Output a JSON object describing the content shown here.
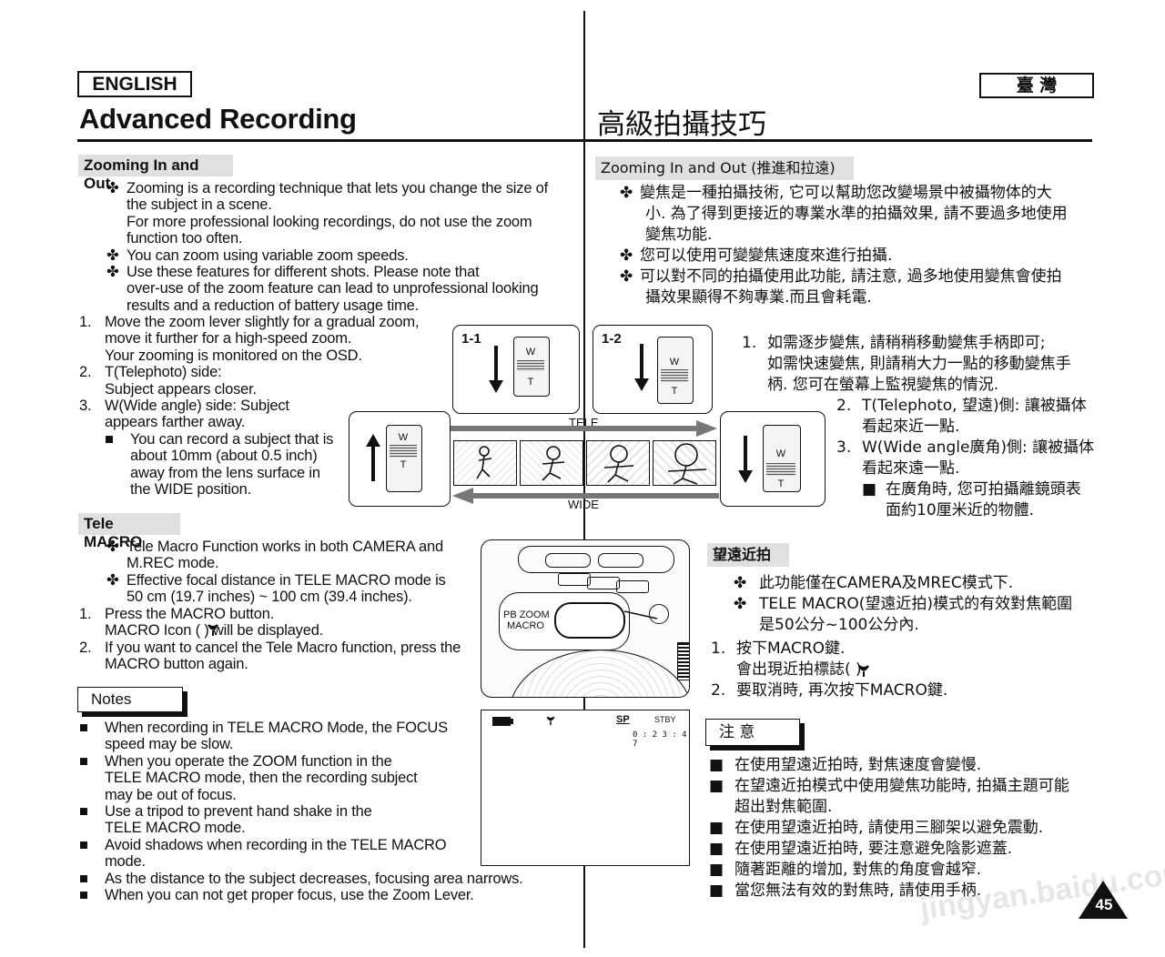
{
  "header": {
    "lang_left": "ENGLISH",
    "lang_right": "臺 灣",
    "title_en": "Advanced Recording",
    "title_zh": "高級拍攝技巧"
  },
  "zoom_en": {
    "heading": "Zooming In and Out",
    "bullet_symbol": "✤",
    "bullets": [
      [
        "Zooming is a recording technique that lets you change the size of",
        "the subject in a scene.",
        "For more professional looking recordings, do not use the zoom",
        "function too often."
      ],
      [
        "You can zoom using variable zoom speeds."
      ],
      [
        "Use these features for different shots. Please note that",
        "over-use of the zoom feature can lead to unprofessional looking",
        "results and a reduction of battery usage time."
      ]
    ],
    "steps": [
      [
        "1.",
        "Move the zoom lever slightly for a gradual zoom,"
      ],
      [
        "",
        "move it further for a high-speed zoom."
      ],
      [
        "",
        "Your zooming is monitored on the OSD."
      ],
      [
        "2.",
        "T(Telephoto) side:"
      ],
      [
        "",
        "Subject appears closer."
      ],
      [
        "3.",
        "W(Wide angle) side: Subject"
      ],
      [
        "",
        "appears farther away."
      ]
    ],
    "sub_bullet_symbol": "■",
    "sub_bullet": [
      "You can record a subject that is",
      "about 10mm (about 0.5 inch)",
      "away from the lens surface in",
      "the WIDE position."
    ]
  },
  "macro_en": {
    "heading": "Tele MACRO",
    "bullets": [
      [
        "Tele Macro Function works in both CAMERA and",
        "M.REC mode."
      ],
      [
        "Effective focal distance in TELE MACRO mode is",
        "50 cm (19.7 inches) ~ 100 cm (39.4 inches)."
      ]
    ],
    "steps": [
      [
        "1.",
        "Press the MACRO button."
      ],
      [
        "",
        "MACRO Icon (  ) will be displayed."
      ],
      [
        "2.",
        "If you want to cancel the Tele Macro function, press the"
      ],
      [
        "",
        "MACRO button again."
      ]
    ]
  },
  "notes_en": {
    "label": "Notes",
    "symbol": "■",
    "items": [
      [
        "When recording in TELE MACRO Mode, the FOCUS",
        "speed may be slow."
      ],
      [
        "When you operate the ZOOM function in the",
        "TELE MACRO mode, then the recording subject",
        "may be out of focus."
      ],
      [
        "Use a tripod to prevent hand shake in the",
        "TELE MACRO mode."
      ],
      [
        "Avoid shadows when recording in the TELE MACRO",
        "mode."
      ],
      [
        "As the distance to the subject decreases, focusing area narrows."
      ],
      [
        "When you can not get proper focus, use the Zoom Lever."
      ]
    ]
  },
  "zoom_zh": {
    "heading": "Zooming In and Out (推進和拉遠)",
    "bullets": [
      [
        "變焦是一種拍攝技術, 它可以幫助您改變場景中被攝物体的大",
        "小. 為了得到更接近的專業水準的拍攝效果, 請不要過多地使用",
        "變焦功能."
      ],
      [
        "您可以使用可變變焦速度來進行拍攝."
      ],
      [
        "可以對不同的拍攝使用此功能, 請注意, 過多地使用變焦會使拍",
        "攝效果顯得不夠專業.而且會耗電."
      ]
    ],
    "step1": [
      "1.",
      "如需逐步變焦, 請稍稍移動變焦手柄即可;",
      "如需快速變焦, 則請稍大力一點的移動變焦手",
      "柄. 您可在螢幕上監視變焦的情況."
    ],
    "step2": [
      "2.",
      "T(Telephoto, 望遠)側: 讓被攝体",
      "看起來近一點."
    ],
    "step3": [
      "3.",
      "W(Wide angle廣角)側: 讓被攝体",
      "看起來遠一點."
    ],
    "sub": [
      "在廣角時, 您可拍攝離鏡頭表",
      "面約10厘米近的物體."
    ]
  },
  "macro_zh": {
    "heading": "望遠近拍",
    "bullets": [
      [
        "此功能僅在CAMERA及MREC模式下."
      ],
      [
        "TELE MACRO(望遠近拍)模式的有效對焦範圍",
        "是50公分~100公分內."
      ]
    ],
    "steps": [
      [
        "1.",
        "按下MACRO鍵."
      ],
      [
        "",
        "會出現近拍標誌(  )"
      ],
      [
        "2.",
        "要取消時, 再次按下MACRO鍵."
      ]
    ]
  },
  "notes_zh": {
    "label": "注 意",
    "items": [
      [
        "在使用望遠近拍時, 對焦速度會變慢."
      ],
      [
        "在望遠近拍模式中使用變焦功能時, 拍攝主題可能",
        "超出對焦範圍."
      ],
      [
        "在使用望遠近拍時, 請使用三腳架以避免震動."
      ],
      [
        "在使用望遠近拍時, 要注意避免陰影遮蓋."
      ],
      [
        "隨著距離的增加, 對焦的角度會越窄."
      ],
      [
        "當您無法有效的對焦時, 請使用手柄."
      ]
    ]
  },
  "figures": {
    "fig1_label": "1-1",
    "fig2_label": "1-2",
    "w": "W",
    "t": "T",
    "tele": "TELE",
    "wide": "WIDE",
    "button_label_1": "PB ZOOM",
    "button_label_2": "MACRO",
    "osd_sp": "SP",
    "osd_stby": "STBY",
    "osd_time": "0 : 2 3 : 4 7"
  },
  "page_number": "45",
  "watermark": "jingyan.baidu.com"
}
